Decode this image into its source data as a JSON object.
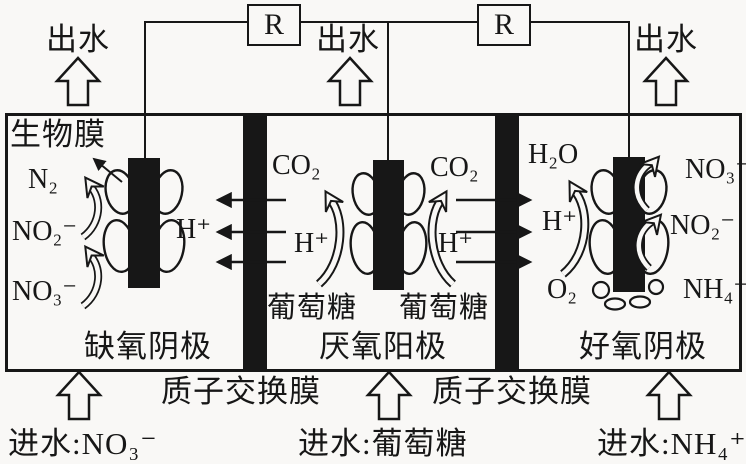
{
  "colors": {
    "paper": "#f9f8f6",
    "ink": "#171717"
  },
  "circuit": {
    "resistor_left": "R",
    "resistor_right": "R"
  },
  "outlets": {
    "left": "出水",
    "middle": "出水",
    "right": "出水"
  },
  "left_chamber": {
    "biofilm": "生物膜",
    "n2": "N₂",
    "no2": "NO₂⁻",
    "no3": "NO₃⁻",
    "h_ion": "H⁺",
    "electrode_label": "缺氧阴极",
    "inlet": "进水:NO₃⁻"
  },
  "middle_chamber": {
    "co2_left": "CO₂",
    "co2_right": "CO₂",
    "h_ion_left": "H⁺",
    "h_ion_right": "H⁺",
    "glucose_left": "葡萄糖",
    "glucose_right": "葡萄糖",
    "electrode_label": "厌氧阳极",
    "inlet": "进水:葡萄糖"
  },
  "right_chamber": {
    "h2o": "H₂O",
    "h_ion": "H⁺",
    "o2": "O₂",
    "no3": "NO₃⁻",
    "no2": "NO₂⁻",
    "nh4": "NH₄⁺",
    "electrode_label": "好氧阴极",
    "inlet": "进水:NH₄⁺"
  },
  "membranes": {
    "left_label": "质子交换膜",
    "right_label": "质子交换膜"
  }
}
